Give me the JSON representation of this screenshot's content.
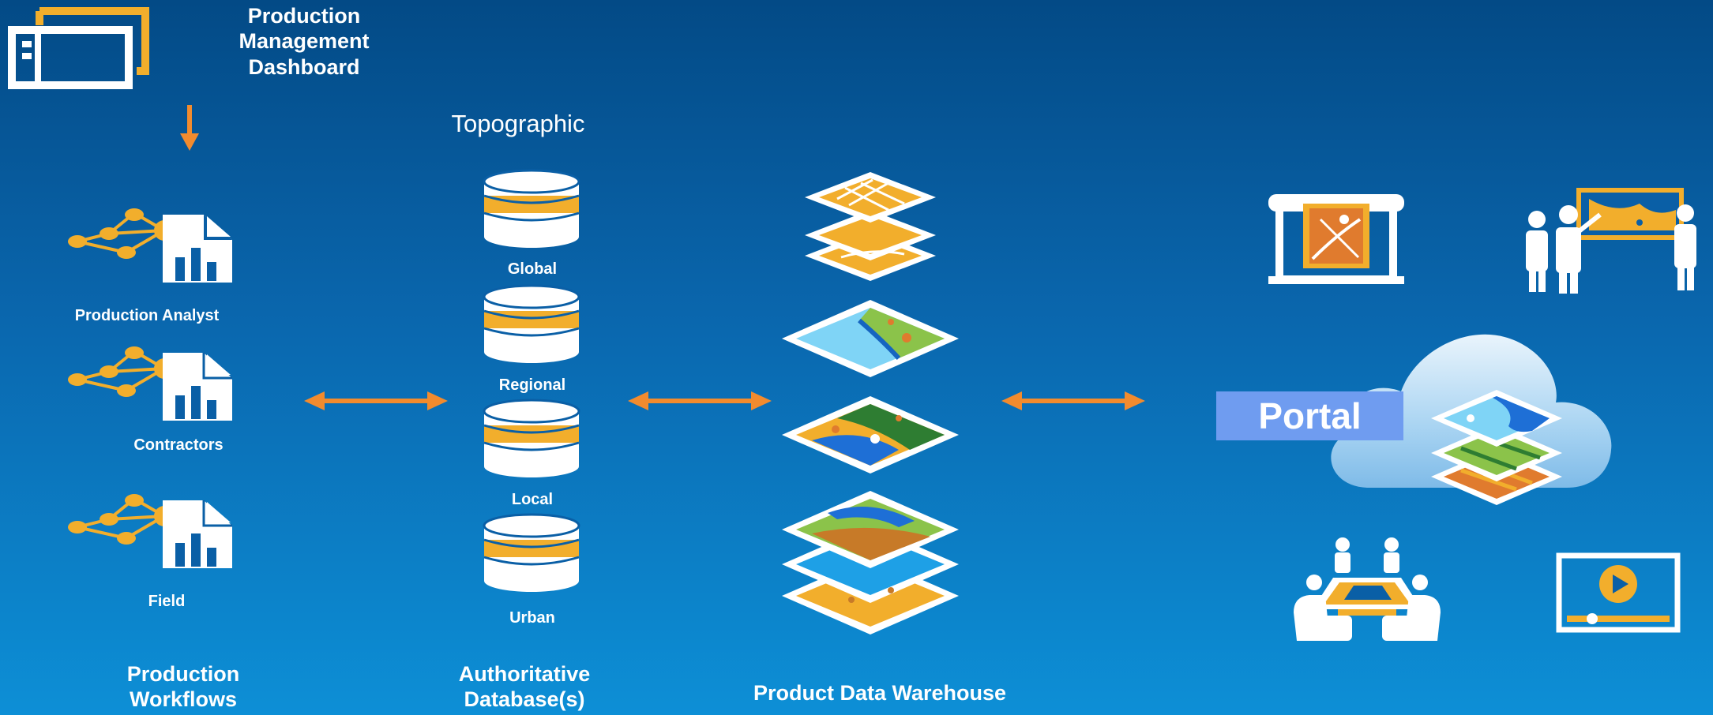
{
  "colors": {
    "accent": "#f2ae2c",
    "arrow": "#f28b2e",
    "white": "#ffffff",
    "portal": "#6f9cf0"
  },
  "dashboard": {
    "title": "Production Management Dashboard",
    "line1": "Production",
    "line2": "Management",
    "line3": "Dashboard"
  },
  "workflows": {
    "roles": [
      {
        "label": "Production Analyst"
      },
      {
        "label": "Contractors"
      },
      {
        "label": "Field"
      }
    ],
    "footer_line1": "Production",
    "footer_line2": "Workflows"
  },
  "databases": {
    "header": "Topographic",
    "items": [
      {
        "label": "Global"
      },
      {
        "label": "Regional"
      },
      {
        "label": "Local"
      },
      {
        "label": "Urban"
      }
    ],
    "footer_line1": "Authoritative",
    "footer_line2": "Database(s)"
  },
  "warehouse": {
    "label": "Product Data Warehouse"
  },
  "portal": {
    "label": "Portal"
  },
  "icons": [
    "dashboard-icon",
    "network-document-icon",
    "database-icon",
    "map-layers-icon",
    "plotter-icon",
    "presentation-icon",
    "meeting-icon",
    "video-player-icon",
    "cloud-icon"
  ]
}
